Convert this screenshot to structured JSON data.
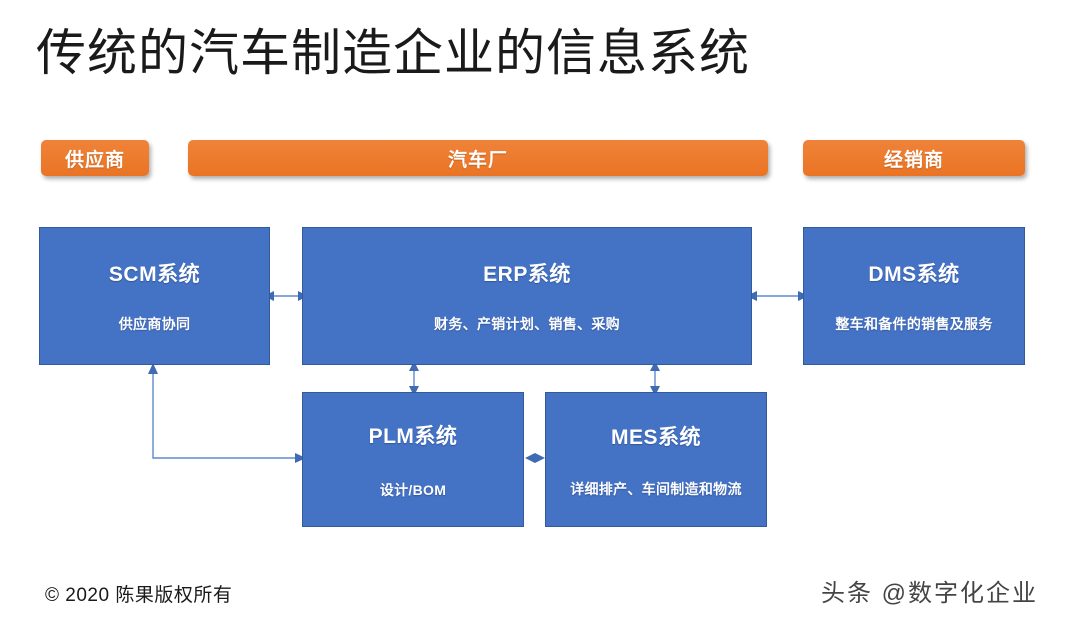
{
  "slide": {
    "title": "传统的汽车制造企业的信息系统",
    "background_color": "#FFFFFF"
  },
  "colors": {
    "band_orange": "#ED7D31",
    "box_blue": "#4472C4",
    "box_border": "#345A9A",
    "connector_blue": "#5B8AD0",
    "title_text": "#1A1A1A"
  },
  "bands": [
    {
      "id": "supplier",
      "label": "供应商"
    },
    {
      "id": "factory",
      "label": "汽车厂"
    },
    {
      "id": "dealer",
      "label": "经销商"
    }
  ],
  "systems": [
    {
      "id": "scm",
      "title": "SCM系统",
      "subtitle": "供应商协同"
    },
    {
      "id": "erp",
      "title": "ERP系统",
      "subtitle": "财务、产销计划、销售、采购"
    },
    {
      "id": "dms",
      "title": "DMS系统",
      "subtitle": "整车和备件的销售及服务"
    },
    {
      "id": "plm",
      "title": "PLM系统",
      "subtitle": "设计/BOM"
    },
    {
      "id": "mes",
      "title": "MES系统",
      "subtitle": "详细排产、车间制造和物流"
    }
  ],
  "connectors": [
    {
      "id": "scm-erp",
      "from": "scm",
      "to": "erp",
      "style": "double-arrow-horizontal"
    },
    {
      "id": "erp-dms",
      "from": "erp",
      "to": "dms",
      "style": "double-arrow-horizontal"
    },
    {
      "id": "erp-plm",
      "from": "erp",
      "to": "plm",
      "style": "double-arrow-vertical"
    },
    {
      "id": "erp-mes",
      "from": "erp",
      "to": "mes",
      "style": "double-arrow-vertical"
    },
    {
      "id": "plm-mes",
      "from": "plm",
      "to": "mes",
      "style": "double-arrow-horizontal"
    },
    {
      "id": "plm-scm",
      "from": "plm",
      "to": "scm",
      "style": "elbow-double-arrow"
    }
  ],
  "footer": {
    "copyright": "© 2020 陈果版权所有",
    "watermark": "头条 @数字化企业"
  }
}
